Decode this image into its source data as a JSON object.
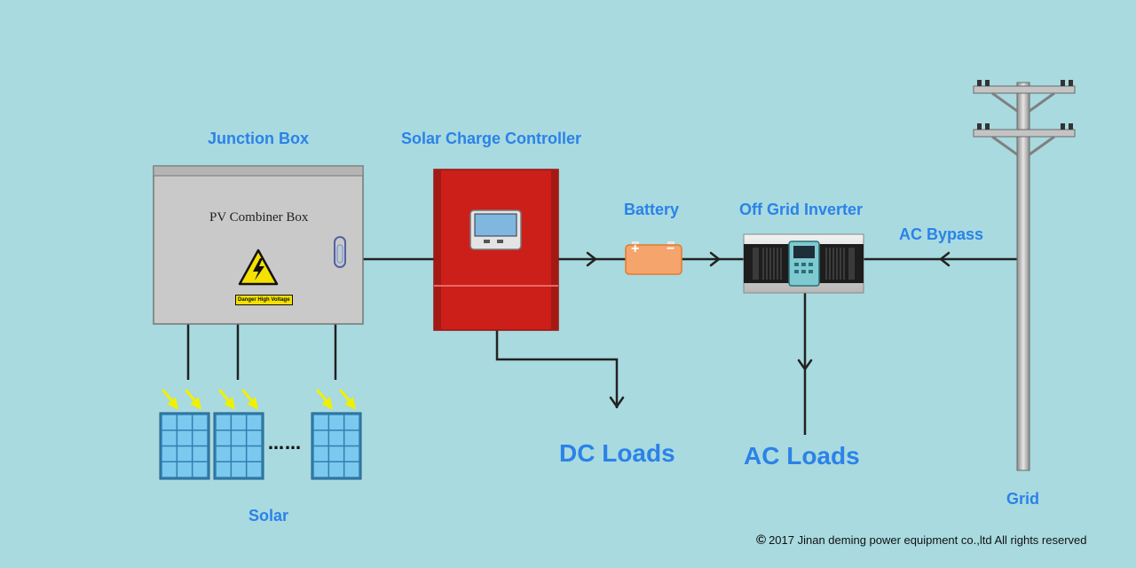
{
  "labels": {
    "junction_box": "Junction Box",
    "charge_controller": "Solar Charge Controller",
    "battery": "Battery",
    "inverter": "Off Grid Inverter",
    "ac_bypass": "AC Bypass",
    "dc_loads": "DC Loads",
    "ac_loads": "AC Loads",
    "solar": "Solar",
    "grid": "Grid"
  },
  "combiner_box": {
    "title": "PV Combiner Box",
    "warning": "Danger High Voltage"
  },
  "battery_terminals": {
    "positive": "+",
    "negative": "−"
  },
  "solar_ellipsis": "……",
  "copyright": {
    "symbol": "©",
    "text": "2017 Jinan deming power equipment co.,ltd All rights reserved"
  },
  "colors": {
    "background": "#a8dadf",
    "label_blue": "#2b82e8",
    "controller_red": "#cc1f1a",
    "battery_orange": "#f5a46b",
    "panel_blue": "#7cc9ef",
    "sun_ray_yellow": "#f0f000",
    "wire": "#222222"
  },
  "icons": [
    "high-voltage-icon",
    "sun-ray-icon",
    "arrow-icon",
    "paperclip-icon"
  ]
}
